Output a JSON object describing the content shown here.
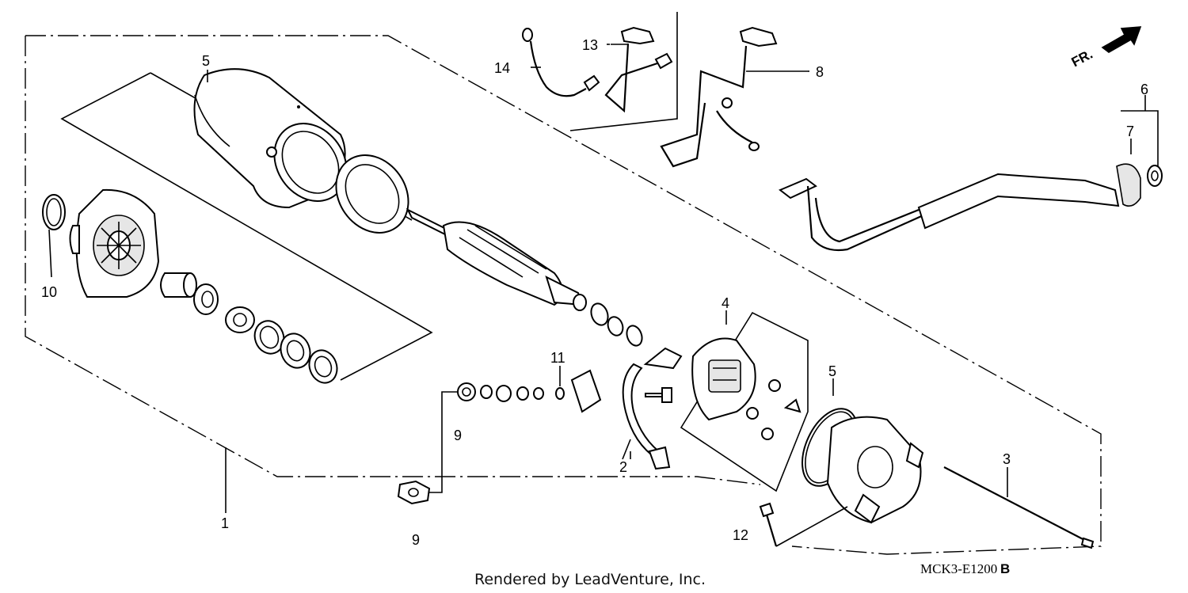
{
  "diagram": {
    "callouts": [
      {
        "id": "c1",
        "text": "1"
      },
      {
        "id": "c2",
        "text": "2"
      },
      {
        "id": "c3",
        "text": "3"
      },
      {
        "id": "c4",
        "text": "4"
      },
      {
        "id": "c5a",
        "text": "5"
      },
      {
        "id": "c5b",
        "text": "5"
      },
      {
        "id": "c6",
        "text": "6"
      },
      {
        "id": "c7",
        "text": "7"
      },
      {
        "id": "c8",
        "text": "8"
      },
      {
        "id": "c9a",
        "text": "9"
      },
      {
        "id": "c9b",
        "text": "9"
      },
      {
        "id": "c10",
        "text": "10"
      },
      {
        "id": "c11",
        "text": "11"
      },
      {
        "id": "c12",
        "text": "12"
      },
      {
        "id": "c13",
        "text": "13"
      },
      {
        "id": "c14",
        "text": "14"
      }
    ],
    "direction_label": "FR.",
    "diagram_code": "MCK3-E1200",
    "diagram_code_suffix": "B",
    "footer_credit": "Rendered by LeadVenture, Inc."
  }
}
